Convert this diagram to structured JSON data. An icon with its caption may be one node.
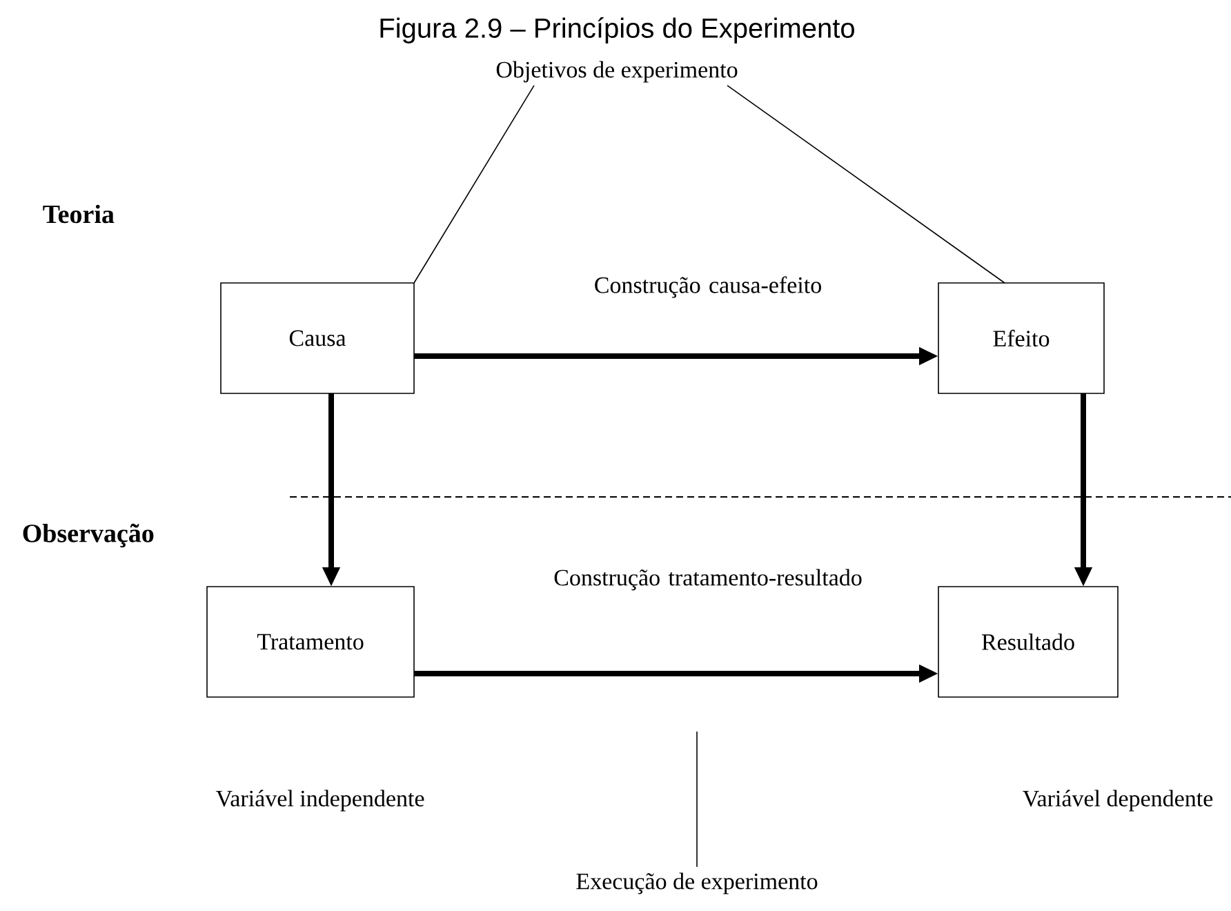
{
  "diagram": {
    "title": "Figura 2.9 – Princípios do Experimento",
    "nodes": [
      {
        "text": [
          "Objetivos de experimento"
        ]
      },
      {
        "text": [
          "Causa"
        ]
      },
      {
        "text": [
          "Efeito"
        ]
      },
      {
        "text": [
          "Tratamento"
        ],
        "beside": [
          "Variável independente"
        ]
      },
      {
        "text": [
          "Resultado"
        ],
        "beside": [
          "Variável dependente"
        ]
      },
      {
        "text": [
          "Execução de experimento"
        ]
      }
    ],
    "edges": [
      {
        "from": 0,
        "to": 1,
        "arrow": "none"
      },
      {
        "from": 0,
        "to": 2,
        "arrow": "none"
      },
      {
        "from": 1,
        "to": 2,
        "arrow": "to",
        "label": "Construção causa-efeito"
      },
      {
        "from": 1,
        "to": 3,
        "arrow": "to"
      },
      {
        "from": 2,
        "to": 4,
        "arrow": "to"
      },
      {
        "from": 3,
        "to": 4,
        "arrow": "to",
        "label": "Construção tratamento-resultado"
      },
      {
        "from": 5,
        "to": null,
        "arrow": "none"
      }
    ],
    "labels": [
      "Teoria",
      "Observação"
    ]
  }
}
